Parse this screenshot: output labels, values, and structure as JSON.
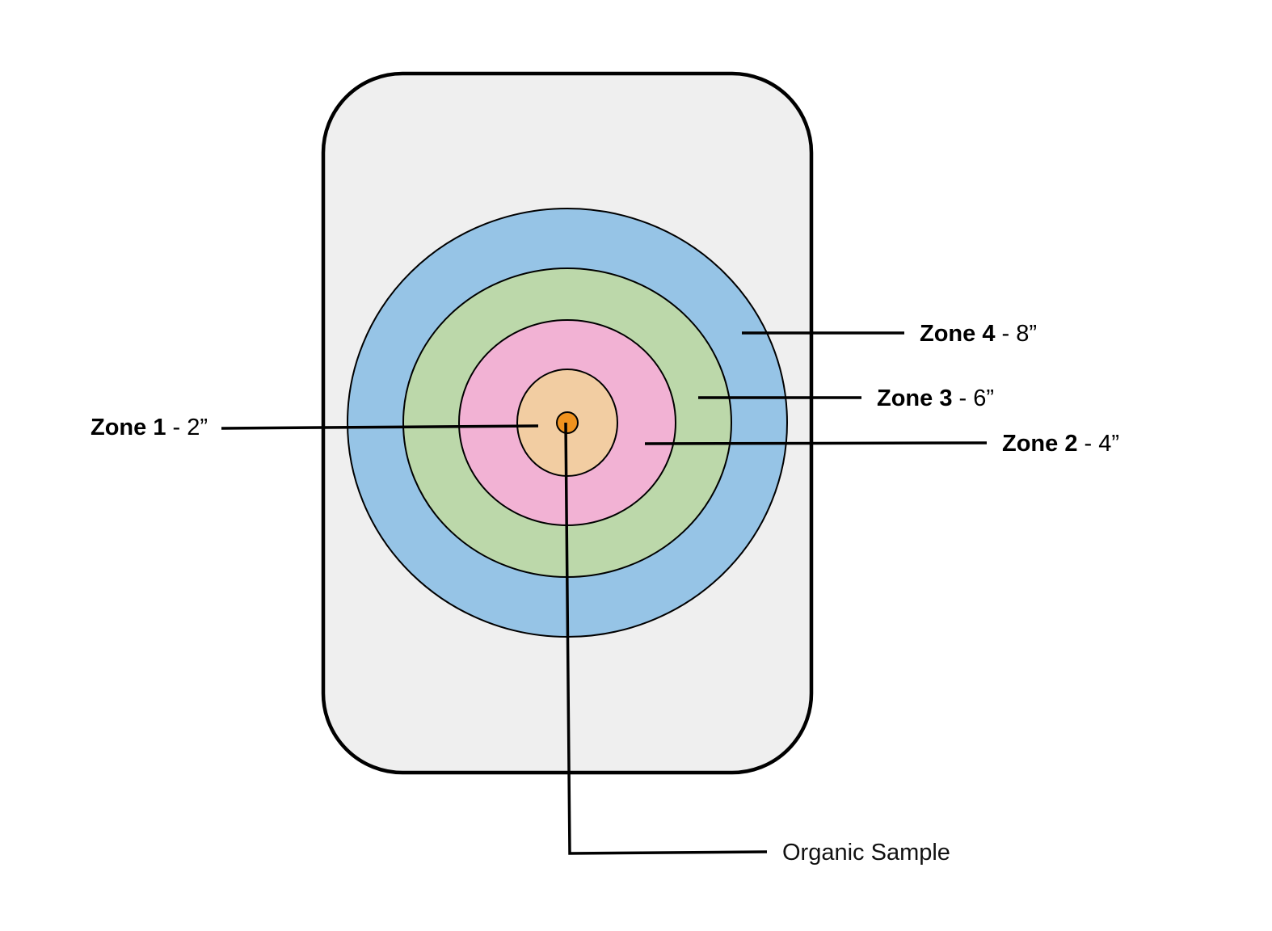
{
  "colors": {
    "background": "#ffffff",
    "container_fill": "#efefef",
    "container_stroke": "#000000",
    "zone4_fill": "#96c4e6",
    "zone3_fill": "#bcd8aa",
    "zone2_fill": "#f2b2d4",
    "zone1_fill": "#f2cda2",
    "sample_fill": "#f0921e"
  },
  "zones": [
    {
      "id": "zone1",
      "name": "Zone 1",
      "size": "2”",
      "separator": " - "
    },
    {
      "id": "zone2",
      "name": "Zone 2",
      "size": "4”",
      "separator": " - "
    },
    {
      "id": "zone3",
      "name": "Zone 3",
      "size": "6”",
      "separator": " - "
    },
    {
      "id": "zone4",
      "name": "Zone 4",
      "size": "8”",
      "separator": " - "
    }
  ],
  "sample": {
    "label": "Organic Sample"
  }
}
